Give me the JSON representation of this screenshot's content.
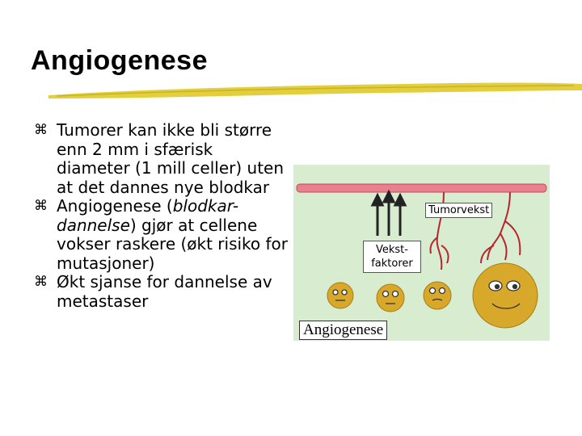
{
  "title": "Angiogenese",
  "bullets": [
    {
      "marker": "⌘",
      "parts": [
        {
          "text": "Tumorer kan ikke bli større enn 2 mm i sfærisk diameter (1 mill celler) uten at det dannes nye blodkar",
          "italic": false
        }
      ]
    },
    {
      "marker": "⌘",
      "parts": [
        {
          "text": "Angiogenese (",
          "italic": false
        },
        {
          "text": "blodkar-dannelse",
          "italic": true
        },
        {
          "text": ") gjør at cellene vokser raskere (økt risiko for mutasjoner)",
          "italic": false
        }
      ]
    },
    {
      "marker": "⌘",
      "parts": [
        {
          "text": "Økt sjanse for dannelse av metastaser",
          "italic": false
        }
      ]
    }
  ],
  "figure": {
    "tumor_label": "Tumorvekst",
    "growth_factor_label_line1": "Vekst-",
    "growth_factor_label_line2": "faktorer",
    "caption": "Angiogenese",
    "colors": {
      "background": "#d8ecd0",
      "vessel": "#e8808e",
      "vessel_edge": "#c04a5a",
      "cell": "#d8a82a",
      "cell_edge": "#a87c10",
      "branch": "#b8242e",
      "arrow": "#222222"
    }
  }
}
